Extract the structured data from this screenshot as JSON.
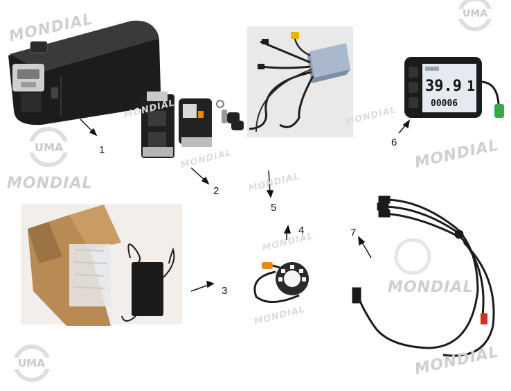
{
  "watermark": {
    "brand": "MONDIAL",
    "logo": "UMA"
  },
  "callouts": [
    {
      "id": "1",
      "label": "1"
    },
    {
      "id": "2",
      "label": "2"
    },
    {
      "id": "3",
      "label": "3"
    },
    {
      "id": "4",
      "label": "4"
    },
    {
      "id": "5",
      "label": "5"
    },
    {
      "id": "6",
      "label": "6"
    },
    {
      "id": "7",
      "label": "7"
    }
  ],
  "display": {
    "speed": "39.9",
    "gear": "1",
    "odometer": "00006"
  },
  "colors": {
    "battery": "#1c1c1c",
    "controller": "#a9b8cc",
    "connector": "#e8b500",
    "display_plug": "#3aa84a",
    "sensor_ring": "#2a2a2a"
  }
}
